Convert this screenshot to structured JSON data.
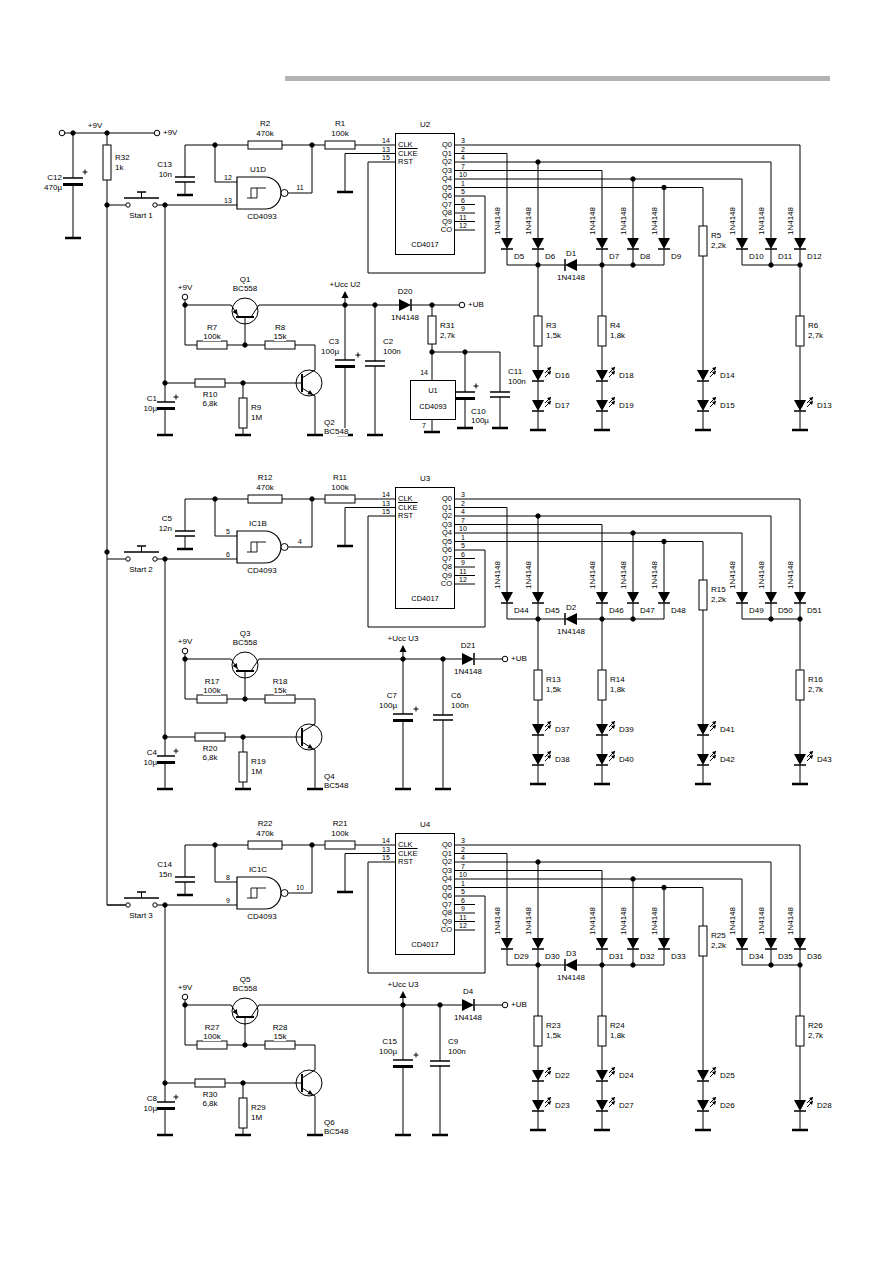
{
  "diagram": {
    "nodes": [
      {
        "text": [
          "U2",
          "CLK",
          "CLKE",
          "RST",
          "Q0",
          "Q1",
          "Q2",
          "Q3",
          "Q4",
          "Q5",
          "Q6",
          "Q7",
          "Q8",
          "Q9",
          "CO",
          "CD4017"
        ]
      },
      {
        "text": [
          "U1",
          "CD4093"
        ]
      },
      {
        "text": [
          "U3",
          "CLK",
          "CLKE",
          "RST",
          "Q0",
          "Q1",
          "Q2",
          "Q3",
          "Q4",
          "Q5",
          "Q6",
          "Q7",
          "Q8",
          "Q9",
          "CO",
          "CD4017"
        ]
      },
      {
        "text": [
          "U4",
          "CLK",
          "CLKE",
          "RST",
          "Q0",
          "Q1",
          "Q2",
          "Q3",
          "Q4",
          "Q5",
          "Q6",
          "Q7",
          "Q8",
          "Q9",
          "CO",
          "CD4017"
        ]
      }
    ],
    "labels": [
      "+9V",
      "+9V",
      "C12",
      "470µ",
      "R32",
      "1k",
      "R2",
      "470k",
      "C13",
      "10n",
      "12",
      "13",
      "11",
      "U1D",
      "CD4093",
      "R1",
      "100k",
      "14",
      "13",
      "15",
      "3",
      "2",
      "4",
      "7",
      "10",
      "1",
      "5",
      "6",
      "9",
      "11",
      "12",
      "1N4148",
      "D5",
      "1N4148",
      "D6",
      "D1",
      "1N4148",
      "1N4148",
      "D7",
      "1N4148",
      "D8",
      "1N4148",
      "D9",
      "R5",
      "2,2k",
      "1N4148",
      "D10",
      "1N4148",
      "D11",
      "1N4148",
      "D12",
      "R3",
      "1,5k",
      "R4",
      "1,8k",
      "R6",
      "2,7k",
      "D16",
      "D17",
      "D18",
      "D19",
      "D14",
      "D15",
      "D13",
      "+9V",
      "Q1",
      "BC558",
      "R7",
      "100k",
      "R8",
      "15k",
      "+Ucc U2",
      "D20",
      "1N4148",
      "+UB",
      "C3",
      "100µ",
      "C2",
      "100n",
      "C1",
      "10µ",
      "R10",
      "6,8k",
      "R9",
      "1M",
      "Q2",
      "BC548",
      "Start 1",
      "R31",
      "2,7k",
      "C11",
      "100n",
      "14",
      "7",
      "C10",
      "100µ",
      "R12",
      "470k",
      "C5",
      "12n",
      "5",
      "6",
      "4",
      "IC1B",
      "CD4093",
      "R11",
      "100k",
      "14",
      "13",
      "15",
      "3",
      "2",
      "4",
      "7",
      "10",
      "1",
      "5",
      "6",
      "9",
      "11",
      "12",
      "1N4148",
      "D44",
      "1N4148",
      "D45",
      "D2",
      "1N4148",
      "1N4148",
      "D46",
      "1N4148",
      "D47",
      "1N4148",
      "D48",
      "R15",
      "2,2k",
      "1N4148",
      "D49",
      "1N4148",
      "D50",
      "1N4148",
      "D51",
      "R13",
      "1,5k",
      "R14",
      "1,8k",
      "R16",
      "2,7k",
      "D37",
      "D38",
      "D39",
      "D40",
      "D41",
      "D42",
      "D43",
      "+9V",
      "Q3",
      "BC558",
      "R17",
      "100k",
      "R18",
      "15k",
      "+Ucc U3",
      "D21",
      "1N4148",
      "+UB",
      "C7",
      "100µ",
      "C6",
      "100n",
      "C4",
      "10µ",
      "R20",
      "6,8k",
      "R19",
      "1M",
      "Q4",
      "BC548",
      "Start 2",
      "R22",
      "470k",
      "C14",
      "15n",
      "8",
      "9",
      "10",
      "IC1C",
      "CD4093",
      "R21",
      "100k",
      "14",
      "13",
      "15",
      "3",
      "2",
      "4",
      "7",
      "10",
      "1",
      "5",
      "6",
      "9",
      "11",
      "12",
      "1N4148",
      "D29",
      "1N4148",
      "D30",
      "D3",
      "1N4148",
      "1N4148",
      "D31",
      "1N4148",
      "D32",
      "1N4148",
      "D33",
      "R25",
      "2,2k",
      "1N4148",
      "D34",
      "1N4148",
      "D35",
      "1N4148",
      "D36",
      "R23",
      "1,5k",
      "R24",
      "1,8k",
      "R26",
      "2,7k",
      "D22",
      "D23",
      "D24",
      "D27",
      "D25",
      "D26",
      "D28",
      "+9V",
      "Q5",
      "BC558",
      "R27",
      "100k",
      "R28",
      "15k",
      "+Ucc U3",
      "D4",
      "1N4148",
      "+UB",
      "C15",
      "100µ",
      "C9",
      "100n",
      "C8",
      "10µ",
      "R30",
      "6,8k",
      "R29",
      "1M",
      "Q6",
      "BC548",
      "Start 3"
    ]
  }
}
